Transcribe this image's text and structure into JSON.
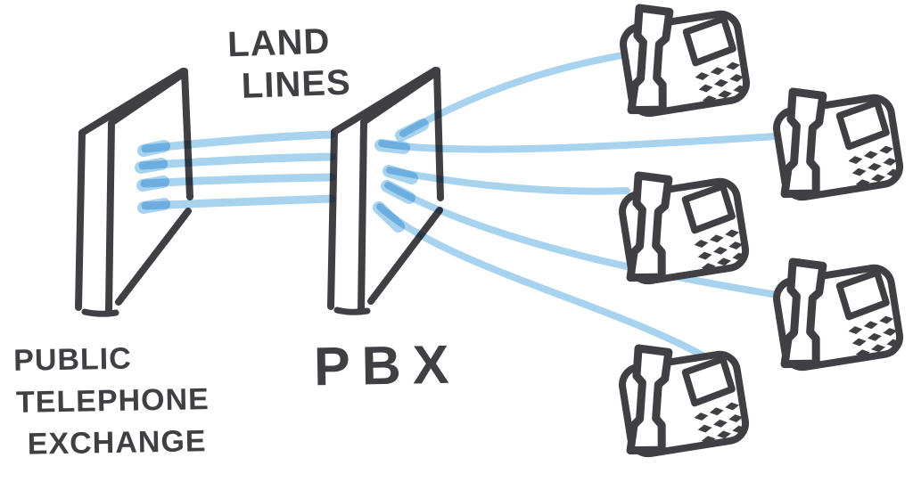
{
  "colors": {
    "ink": "#404044",
    "line_blue": "#a7d3ef",
    "phone_fill": "#ffffff",
    "background": "#ffffff"
  },
  "labels": {
    "land_lines_line1": "LAND",
    "land_lines_line2": "LINES",
    "pbx": "PBX",
    "exchange_line1": "PUBLIC",
    "exchange_line2": "TELEPHONE",
    "exchange_line3": "EXCHANGE"
  },
  "diagram": {
    "style": "hand-drawn whiteboard sketch",
    "nodes": [
      {
        "id": "public-telephone-exchange",
        "label": "PUBLIC TELEPHONE EXCHANGE",
        "icon": "panel-slab-icon"
      },
      {
        "id": "pbx",
        "label": "PBX",
        "icon": "panel-slab-icon"
      },
      {
        "id": "desk-phones",
        "icon": "desk-phone-icon",
        "count": 5
      }
    ],
    "connections": [
      {
        "from": "public-telephone-exchange",
        "to": "pbx",
        "label": "LAND LINES",
        "line_count": 4,
        "color": "#a7d3ef"
      },
      {
        "from": "pbx",
        "to": "desk-phones",
        "line_count": 5,
        "color": "#a7d3ef"
      }
    ]
  }
}
